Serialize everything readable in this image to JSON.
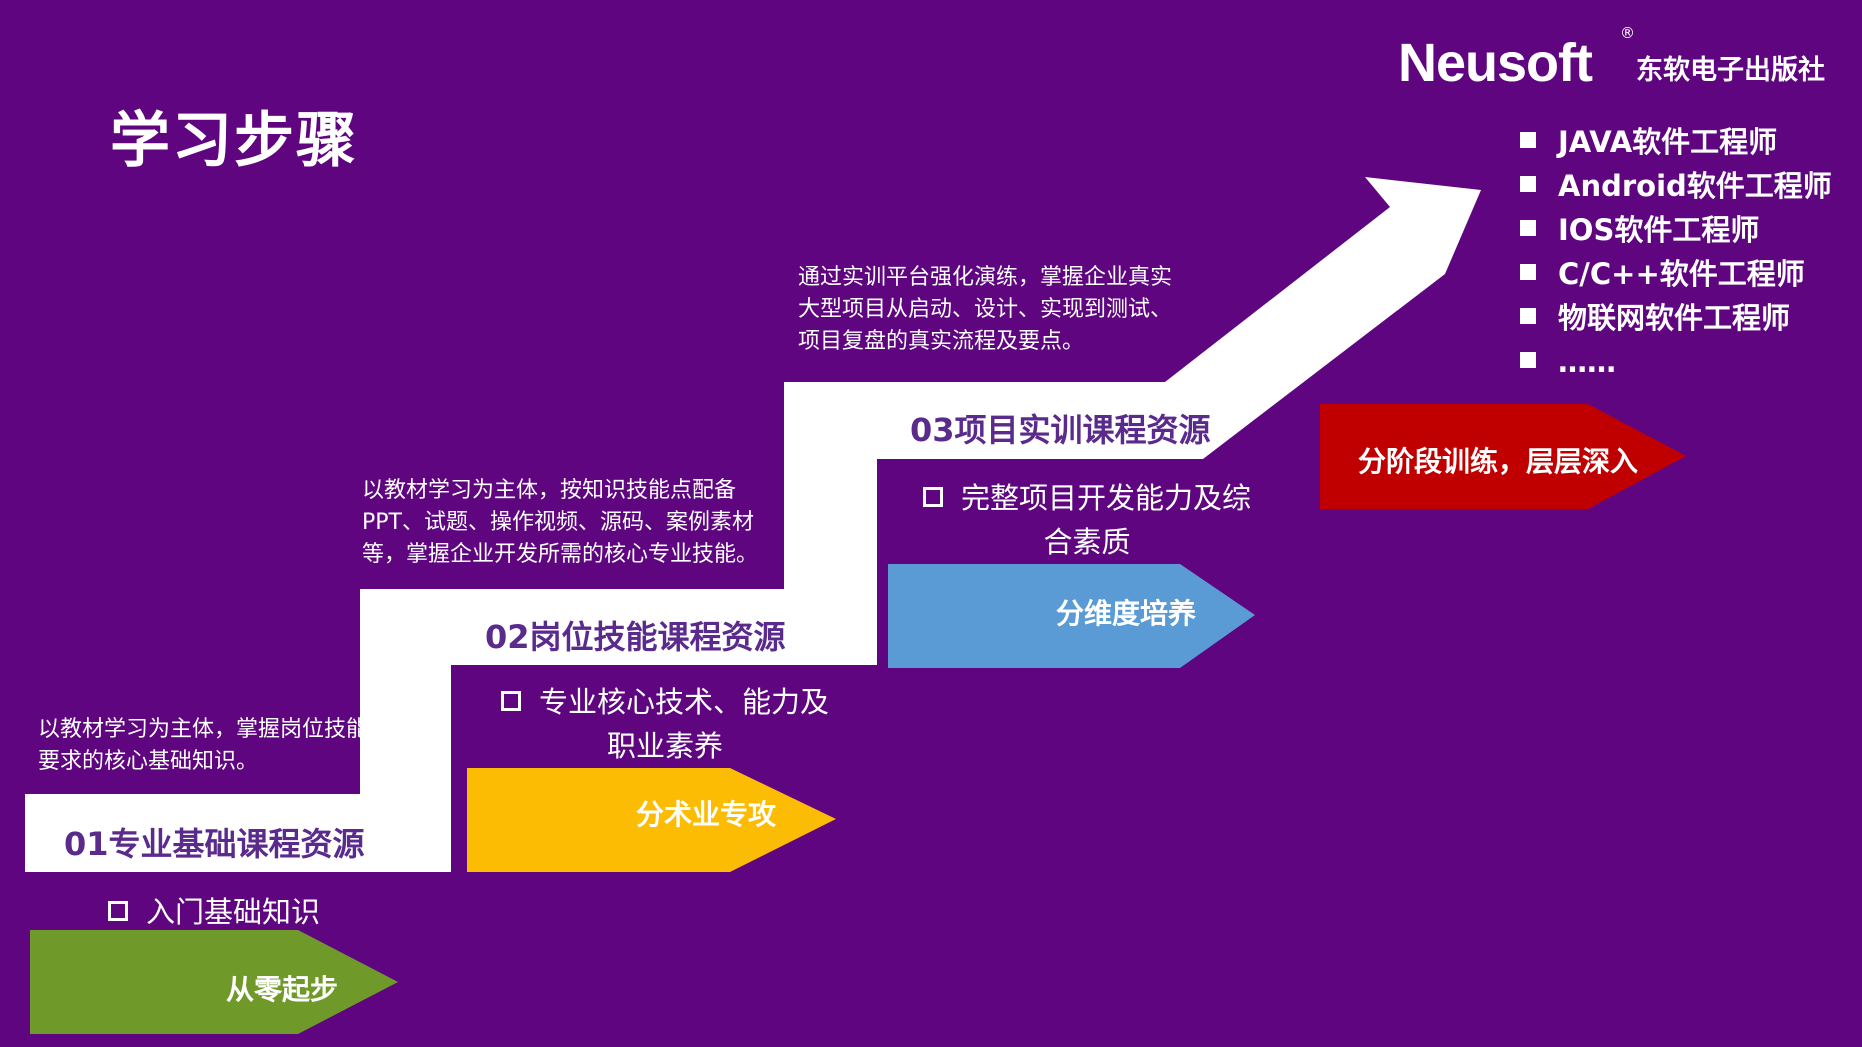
{
  "title": "学习步骤",
  "brand": {
    "logo": "Neusoft",
    "registered": "®",
    "publisher": "东软电子出版社"
  },
  "colors": {
    "background": "#5e057f",
    "stairs": "#ffffff",
    "step_text": "#5a2a8c",
    "green": "#6f9a2a",
    "yellow": "#fcbc04",
    "blue": "#5b9bd5",
    "red": "#c00000"
  },
  "steps": [
    {
      "label": "01专业基础课程资源",
      "description": "以教材学习为主体，掌握岗位技能要求的核心基础知识。",
      "bullet": "入门基础知识",
      "tag": "从零起步"
    },
    {
      "label": "02岗位技能课程资源",
      "description": "以教材学习为主体，按知识技能点配备PPT、试题、操作视频、源码、案例素材等，掌握企业开发所需的核心专业技能。",
      "bullet": "专业核心技术、能力及职业素养",
      "tag": "分术业专攻"
    },
    {
      "label": "03项目实训课程资源",
      "description": "通过实训平台强化演练，掌握企业真实大型项目从启动、设计、实现到测试、项目复盘的真实流程及要点。",
      "bullet": "完整项目开发能力及综合素质",
      "tag": "分维度培养"
    }
  ],
  "final_tag": "分阶段训练，层层深入",
  "roles": [
    "JAVA软件工程师",
    "Android软件工程师",
    "IOS软件工程师",
    "C/C++软件工程师",
    "物联网软件工程师",
    "……"
  ],
  "icons": {
    "checkbox": "hollow-square-icon",
    "role_bullet": "filled-square-icon",
    "arrow": "up-right-arrow-icon"
  }
}
